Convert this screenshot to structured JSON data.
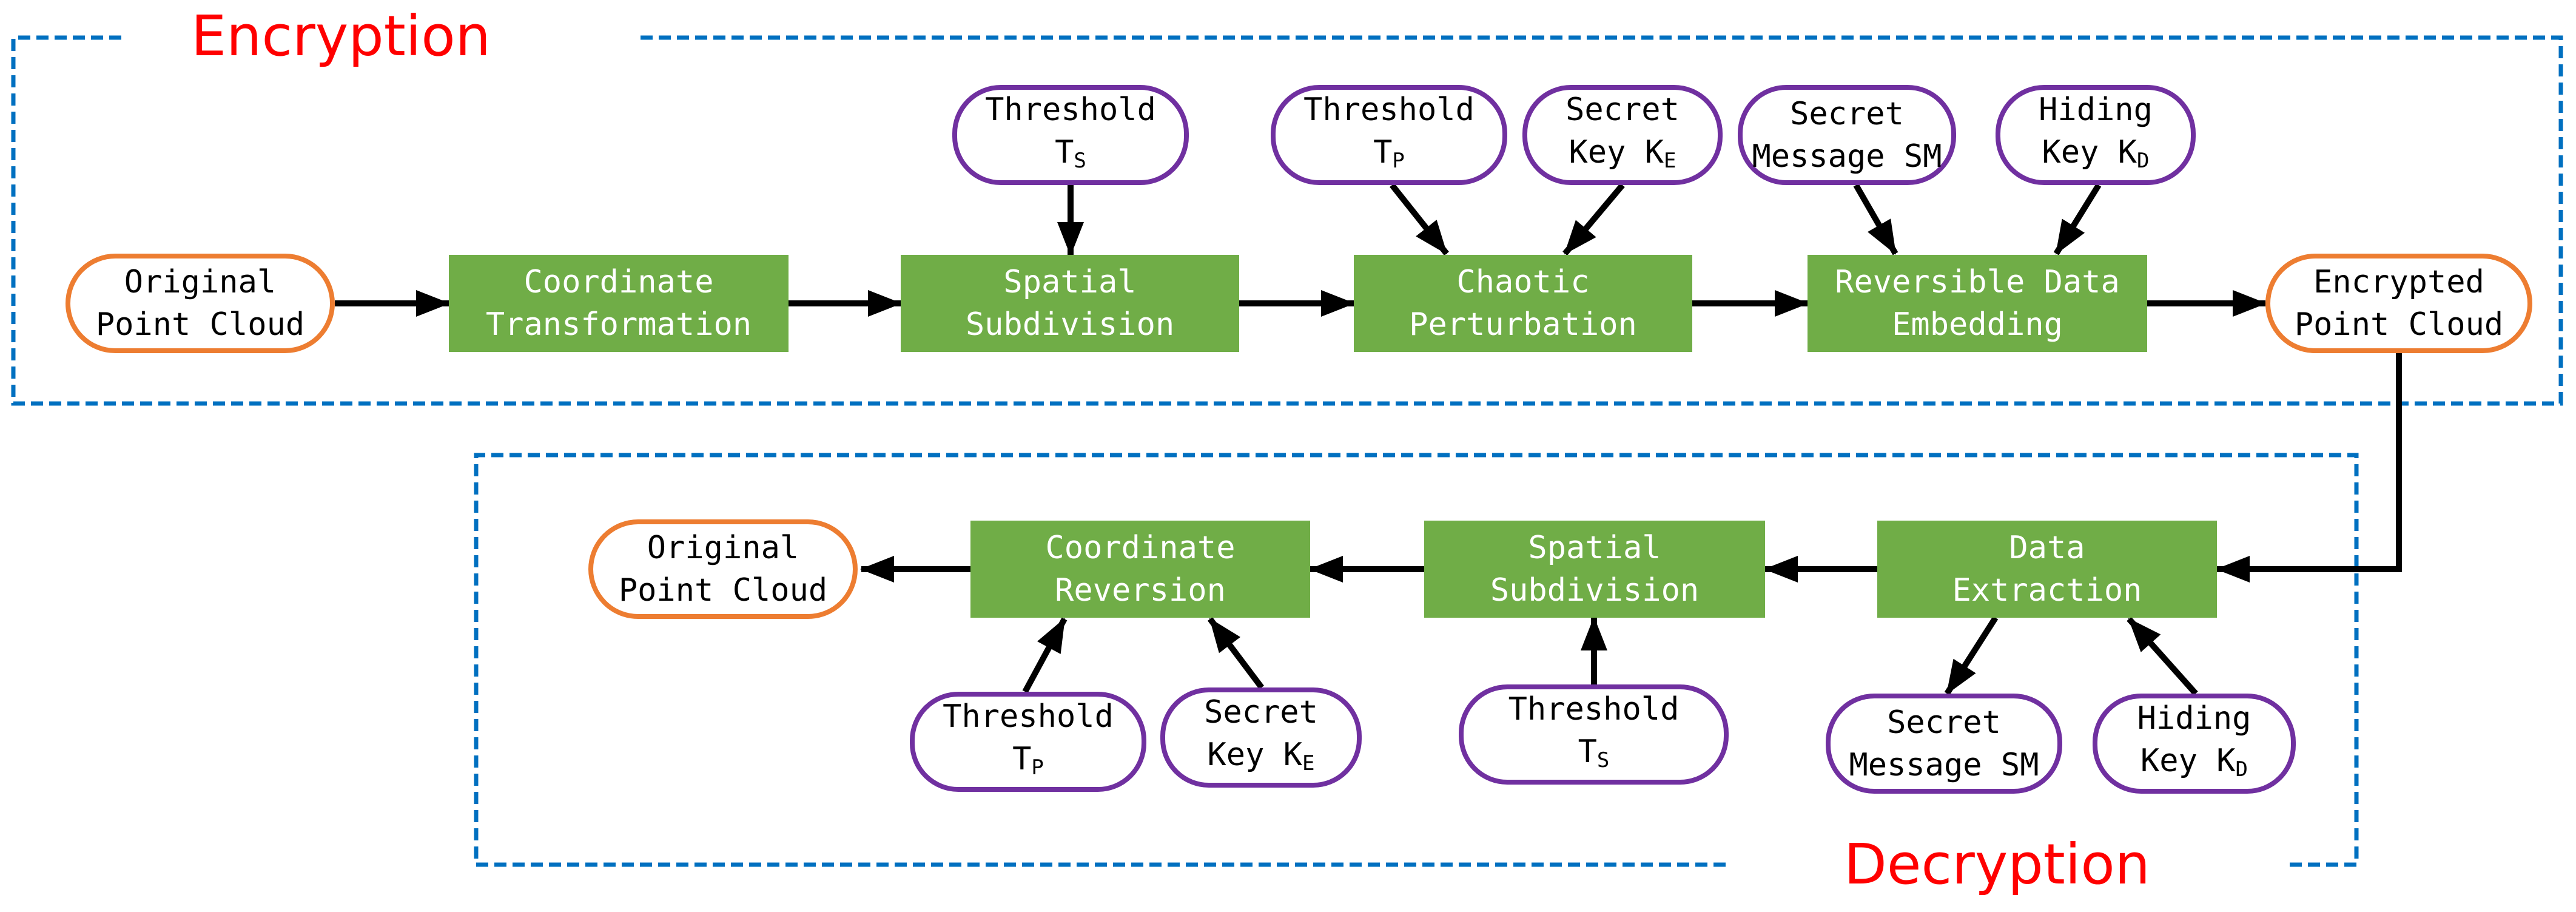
{
  "sections": {
    "encryption": "Encryption",
    "decryption": "Decryption"
  },
  "colors": {
    "process": "#70ad47",
    "io_border": "#ed7d31",
    "param_border": "#7030a0",
    "section_border": "#0070c0",
    "section_title": "#ff0000",
    "arrow": "#000000"
  },
  "encryption": {
    "original_point_cloud": {
      "line1": "Original",
      "line2": "Point Cloud"
    },
    "coordinate_transformation": {
      "line1": "Coordinate",
      "line2": "Transformation"
    },
    "spatial_subdivision": {
      "line1": "Spatial",
      "line2": "Subdivision"
    },
    "chaotic_perturbation": {
      "line1": "Chaotic",
      "line2": "Perturbation"
    },
    "reversible_data_embedding": {
      "line1": "Reversible Data",
      "line2": "Embedding"
    },
    "encrypted_point_cloud": {
      "line1": "Encrypted",
      "line2": "Point Cloud"
    },
    "threshold_ts": {
      "line1": "Threshold",
      "main": "T",
      "sub": "S"
    },
    "threshold_tp": {
      "line1": "Threshold",
      "main": "T",
      "sub": "P"
    },
    "secret_key_ke": {
      "line1": "Secret",
      "main": "Key K",
      "sub": "E"
    },
    "secret_message_sm": {
      "line1": "Secret",
      "line2": "Message SM"
    },
    "hiding_key_kd": {
      "line1": "Hiding",
      "main": "Key K",
      "sub": "D"
    }
  },
  "decryption": {
    "original_point_cloud": {
      "line1": "Original",
      "line2": "Point Cloud"
    },
    "coordinate_reversion": {
      "line1": "Coordinate",
      "line2": "Reversion"
    },
    "spatial_subdivision": {
      "line1": "Spatial",
      "line2": "Subdivision"
    },
    "data_extraction": {
      "line1": "Data",
      "line2": "Extraction"
    },
    "threshold_tp": {
      "line1": "Threshold",
      "main": "T",
      "sub": "P"
    },
    "secret_key_ke": {
      "line1": "Secret",
      "main": "Key K",
      "sub": "E"
    },
    "threshold_ts": {
      "line1": "Threshold",
      "main": "T",
      "sub": "S"
    },
    "secret_message_sm": {
      "line1": "Secret",
      "line2": "Message SM"
    },
    "hiding_key_kd": {
      "line1": "Hiding",
      "main": "Key K",
      "sub": "D"
    }
  }
}
